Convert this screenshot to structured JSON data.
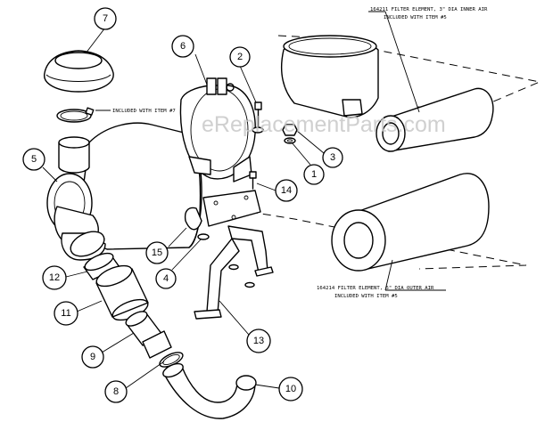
{
  "watermark": "eReplacementParts.com",
  "notes": {
    "item7": "INCLUDED WITH ITEM #7",
    "inner_line1": "164211 FILTER ELEMENT, 3\" DIA INNER AIR",
    "inner_line2": "INCLUDED WITH ITEM #5",
    "outer_line1": "164214 FILTER ELEMENT, 5\" DIA OUTER AIR",
    "outer_line2": "INCLUDED WITH ITEM #5"
  },
  "callouts": {
    "c1": "1",
    "c2": "2",
    "c3": "3",
    "c4": "4",
    "c5": "5",
    "c6": "6",
    "c7": "7",
    "c8": "8",
    "c9": "9",
    "c10": "10",
    "c11": "11",
    "c12": "12",
    "c13": "13",
    "c14": "14",
    "c15": "15"
  }
}
